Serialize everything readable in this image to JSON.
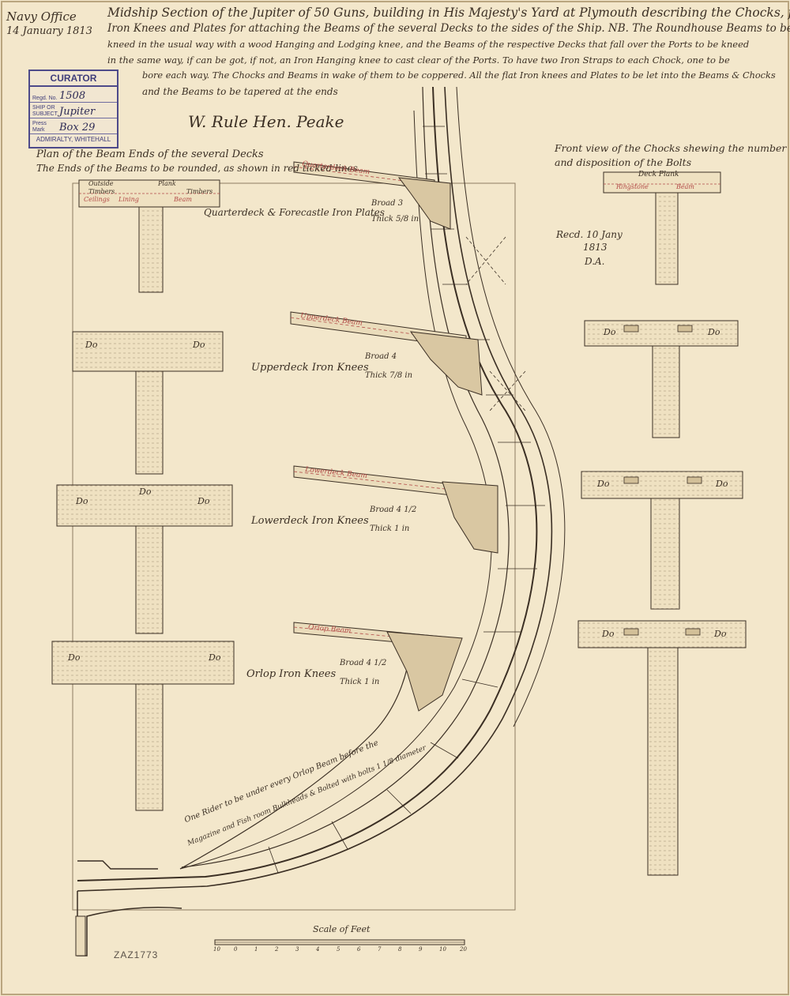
{
  "header": {
    "office": "Navy Office",
    "date": "14 January 1813",
    "title_lines": [
      "Midship Section of the Jupiter of 50 Guns, building in His Majesty's Yard at Plymouth describing the Chocks, flat",
      "Iron Knees and Plates for attaching the Beams of the several Decks to the sides of the Ship. NB. The Roundhouse Beams to be",
      "kneed in the usual way with a wood Hanging and Lodging knee, and the Beams of the respective Decks that fall over the Ports to be kneed",
      "in the same way, if can be got, if not, an Iron Hanging knee to cast clear of the Ports. To have two Iron Straps to each Chock, one to be",
      "bore each way. The Chocks and Beams in wake of them to be coppered. All the flat Iron knees and Plates to be let into the Beams & Chocks",
      "and the Beams to be tapered at the ends"
    ],
    "signatures": "W. Rule   Hen. Peake"
  },
  "stamp": {
    "heading": "CURATOR",
    "regd_label": "Regd. No.",
    "regd_value": "1508",
    "ship_label": "SHIP OR SUBJECT",
    "ship_value": "Jupiter",
    "press_label": "Press Mark",
    "press_value": "Box 29",
    "footer": "ADMIRALTY, WHITEHALL"
  },
  "left_panel": {
    "caption_lines": [
      "Plan of the Beam Ends of the several Decks",
      "The Ends of the Beams to be rounded, as shown in red ticked lines"
    ],
    "beam_labels": [
      "Outside",
      "Plank",
      "Timbers",
      "Timbers",
      "Ceilings",
      "Lining",
      "Beam"
    ],
    "ditto": "Do"
  },
  "section": {
    "beams": [
      {
        "label": "Quarterdeck Beam"
      },
      {
        "label": "Upperdeck Beam"
      },
      {
        "label": "Lowerdeck Beam"
      },
      {
        "label": "Orlop Beam"
      }
    ],
    "notes": [
      {
        "name": "Quarterdeck & Forecastle Iron Plates",
        "broad": "Broad 3",
        "thick": "Thick 5/8 in"
      },
      {
        "name": "Upperdeck Iron Knees",
        "broad": "Broad 4",
        "thick": "Thick 7/8 in"
      },
      {
        "name": "Lowerdeck Iron Knees",
        "broad": "Broad 4 1/2",
        "thick": "Thick 1 in"
      },
      {
        "name": "Orlop Iron Knees",
        "broad": "Broad 4 1/2",
        "thick": "Thick 1 in"
      }
    ],
    "rider_note_1": "One Rider to be under every Orlop Beam before the",
    "rider_note_2": "Magazine and Fish room Bulkheads & Bolted with bolts 1 1/8 diameter"
  },
  "right_panel": {
    "caption_lines": [
      "Front view of the Chocks shewing the number",
      "and disposition of the Bolts"
    ],
    "deck_plank": "Deck Plank",
    "lower_labels": [
      "Ringstone",
      "Beam"
    ],
    "received_lines": [
      "Recd. 10 Jany",
      "1813",
      "D.A."
    ],
    "ditto": "Do"
  },
  "scale": {
    "label": "Scale of Feet",
    "ticks": [
      "10",
      "0",
      "1",
      "2",
      "3",
      "4",
      "5",
      "6",
      "7",
      "8",
      "9",
      "10",
      "20"
    ]
  },
  "catalogue_number": "ZAZ1773",
  "colors": {
    "paper": "#f3e7cb",
    "ink": "#3b2f24",
    "red_ink": "#b34b48",
    "stamp": "#4d4a8a"
  }
}
